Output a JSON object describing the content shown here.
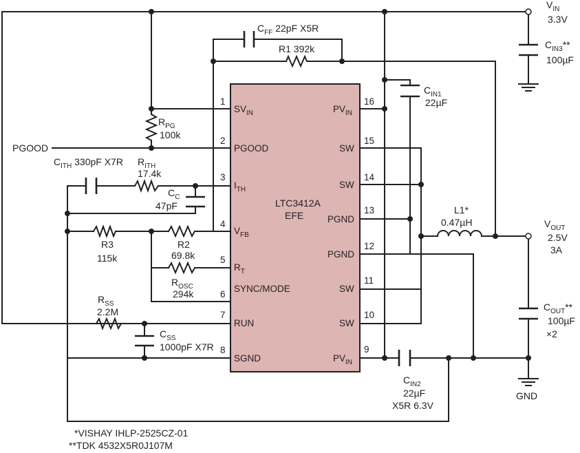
{
  "ic": {
    "part": "LTC3412A",
    "package": "EFE"
  },
  "pins": {
    "p1": {
      "num": "1",
      "main": "SV",
      "sub": "IN"
    },
    "p2": {
      "num": "2",
      "main": "PGOOD"
    },
    "p3": {
      "num": "3",
      "main": "I",
      "sub": "TH"
    },
    "p4": {
      "num": "4",
      "main": "V",
      "sub": "FB"
    },
    "p5": {
      "num": "5",
      "main": "R",
      "sub": "T"
    },
    "p6": {
      "num": "6",
      "main": "SYNC/MODE"
    },
    "p7": {
      "num": "7",
      "main": "RUN"
    },
    "p8": {
      "num": "8",
      "main": "SGND"
    },
    "p9": {
      "num": "9",
      "main": "PV",
      "sub": "IN"
    },
    "p10": {
      "num": "10",
      "main": "SW"
    },
    "p11": {
      "num": "11",
      "main": "SW"
    },
    "p12": {
      "num": "12",
      "main": "PGND"
    },
    "p13": {
      "num": "13",
      "main": "PGND"
    },
    "p14": {
      "num": "14",
      "main": "SW"
    },
    "p15": {
      "num": "15",
      "main": "SW"
    },
    "p16": {
      "num": "16",
      "main": "PV",
      "sub": "IN"
    }
  },
  "components": {
    "cff": {
      "name": "C",
      "sub": "FF",
      "value": " 22pF X5R"
    },
    "r1": {
      "label": "R1 392k"
    },
    "rpg": {
      "name": "R",
      "sub": "PG",
      "value": "100k"
    },
    "cith": {
      "name": "C",
      "sub": "ITH",
      "value": " 330pF X7R"
    },
    "rith": {
      "name": "R",
      "sub": "ITH",
      "value": "17.4k"
    },
    "cc": {
      "name": "C",
      "sub": "C",
      "value": "47pF"
    },
    "r3": {
      "name": "R3",
      "value": "115k"
    },
    "r2": {
      "name": "R2",
      "value": "69.8k"
    },
    "rosc": {
      "name": "R",
      "sub": "OSC",
      "value": "294k"
    },
    "rss": {
      "name": "R",
      "sub": "SS",
      "value": "2.2M"
    },
    "css": {
      "name": "C",
      "sub": "SS",
      "value": "1000pF X7R"
    },
    "cin1": {
      "name": "C",
      "sub": "IN1",
      "value": "22µF"
    },
    "cin2": {
      "name": "C",
      "sub": "IN2",
      "value": "22µF",
      "rating": "X5R 6.3V"
    },
    "cin3": {
      "name": "C",
      "sub": "IN3",
      "suffix": "**",
      "value": "100µF"
    },
    "l1": {
      "name": "L1*",
      "value": "0.47µH"
    },
    "cout": {
      "name": "C",
      "sub": "OUT",
      "suffix": "**",
      "value": "100µF",
      "count": "×2"
    }
  },
  "nets": {
    "vin": {
      "name": "V",
      "sub": "IN",
      "value": "3.3V"
    },
    "vout": {
      "name": "V",
      "sub": "OUT",
      "value": "2.5V",
      "current": "3A"
    },
    "pgood": "PGOOD",
    "gnd": "GND"
  },
  "footnotes": [
    "*VISHAY IHLP-2525CZ-01",
    "**TDK 4532X5R0J107M"
  ]
}
